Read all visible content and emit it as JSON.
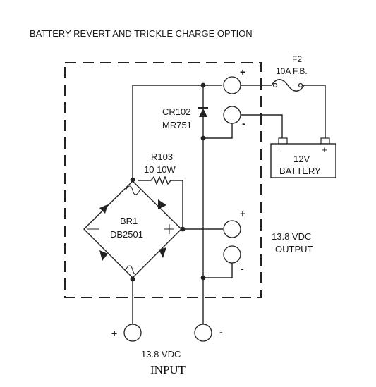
{
  "title": "BATTERY REVERT AND TRICKLE CHARGE OPTION",
  "components": {
    "fuse": {
      "ref": "F2",
      "value": "10A F.B."
    },
    "diode": {
      "ref": "CR102",
      "part": "MR751"
    },
    "resistor": {
      "ref": "R103",
      "value": "10  10W"
    },
    "bridge": {
      "ref": "BR1",
      "part": "DB2501"
    },
    "battery": {
      "voltage": "12V",
      "label": "BATTERY",
      "neg": "-",
      "pos": "+"
    }
  },
  "output": {
    "voltage": "13.8 VDC",
    "label": "OUTPUT"
  },
  "input": {
    "voltage": "13.8 VDC",
    "label": "INPUT"
  },
  "signs": {
    "plus": "+",
    "minus": "-"
  }
}
